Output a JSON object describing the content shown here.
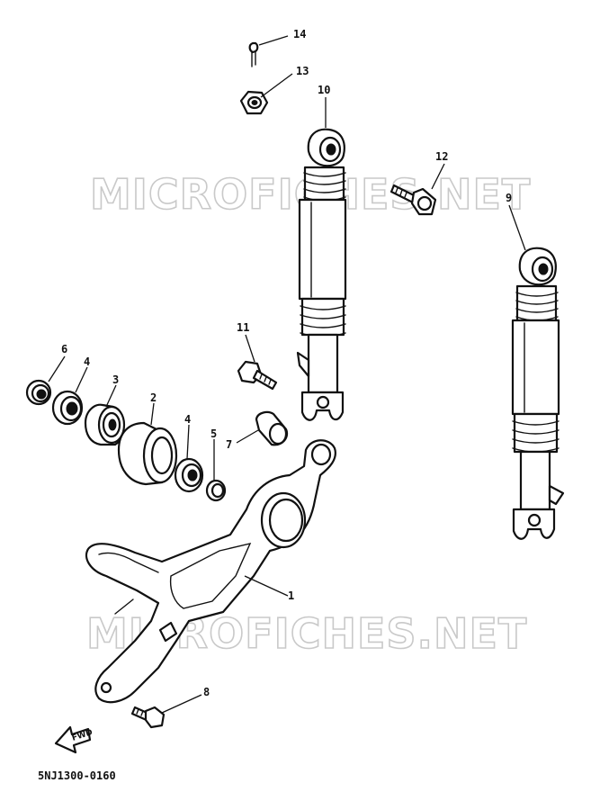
{
  "watermark": "MICROFICHES.NET",
  "diagram_code": "5NJ1300-0160",
  "forward_label": "FWD",
  "callouts": {
    "c1": "1",
    "c2": "2",
    "c3": "3",
    "c4a": "4",
    "c4b": "4",
    "c5": "5",
    "c6": "6",
    "c7": "7",
    "c8": "8",
    "c9": "9",
    "c10": "10",
    "c11": "11",
    "c12": "12",
    "c13": "13",
    "c14": "14"
  },
  "colors": {
    "ink": "#111111",
    "watermark": "#c9c9c9",
    "background": "#ffffff"
  }
}
